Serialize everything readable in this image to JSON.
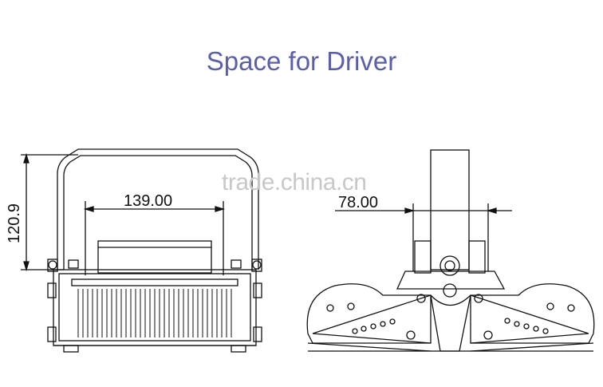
{
  "title": "Space for Driver",
  "watermark": "trade.china.cn",
  "front_view": {
    "width_dimension": "139.00",
    "height_dimension": "120.9"
  },
  "side_view": {
    "width_dimension": "78.00"
  },
  "colors": {
    "title": "#5b5ea8",
    "line": "#111111",
    "watermark": "#c8c8c8"
  }
}
